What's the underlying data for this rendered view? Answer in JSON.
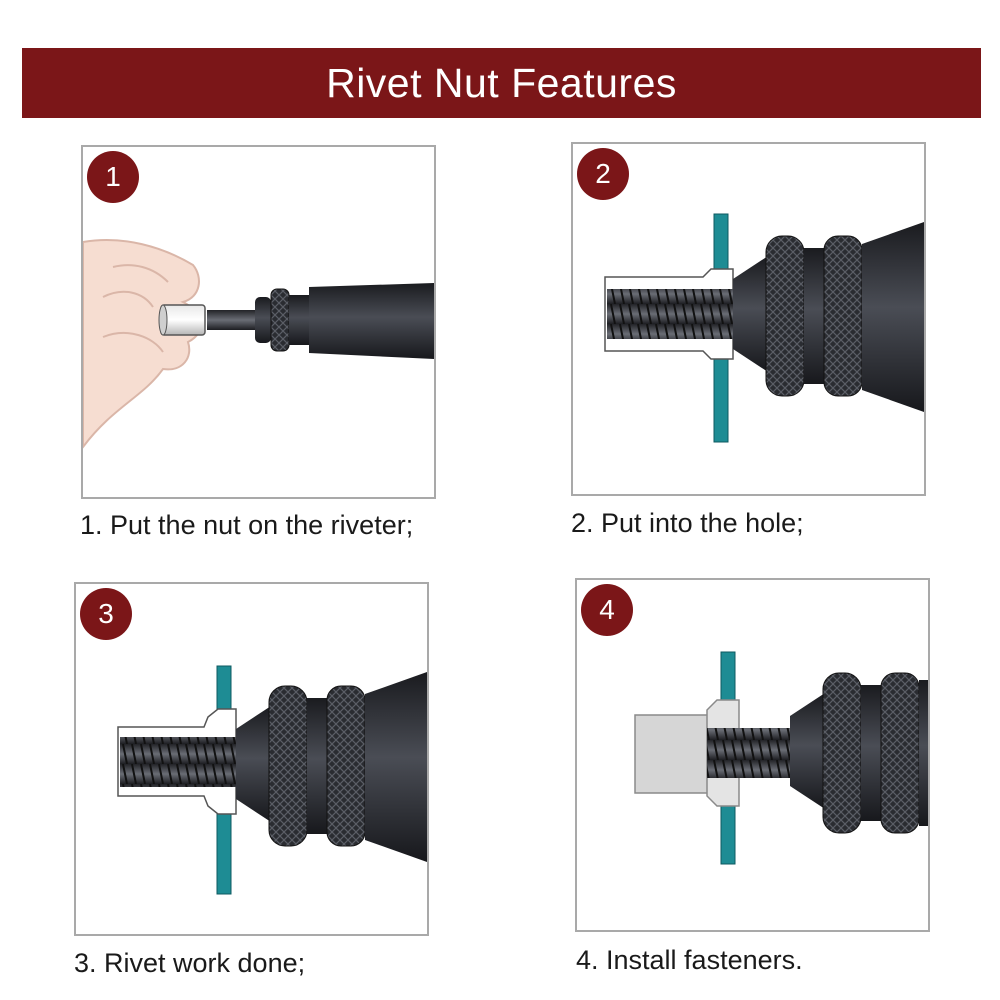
{
  "header": {
    "title": "Rivet Nut Features"
  },
  "steps": [
    {
      "number": "1",
      "caption": "1. Put the nut on the riveter;"
    },
    {
      "number": "2",
      "caption": "2. Put into the hole;"
    },
    {
      "number": "3",
      "caption": "3. Rivet work done;"
    },
    {
      "number": "4",
      "caption": "4. Install fasteners."
    }
  ],
  "colors": {
    "accent": "#7b1618",
    "panel_plate": "#1e8c94",
    "tool": "#2b2d33"
  },
  "icons": [
    "hand-icon",
    "rivet-nut-icon",
    "riveter-tool-icon",
    "sheet-plate-icon",
    "bolt-icon"
  ]
}
